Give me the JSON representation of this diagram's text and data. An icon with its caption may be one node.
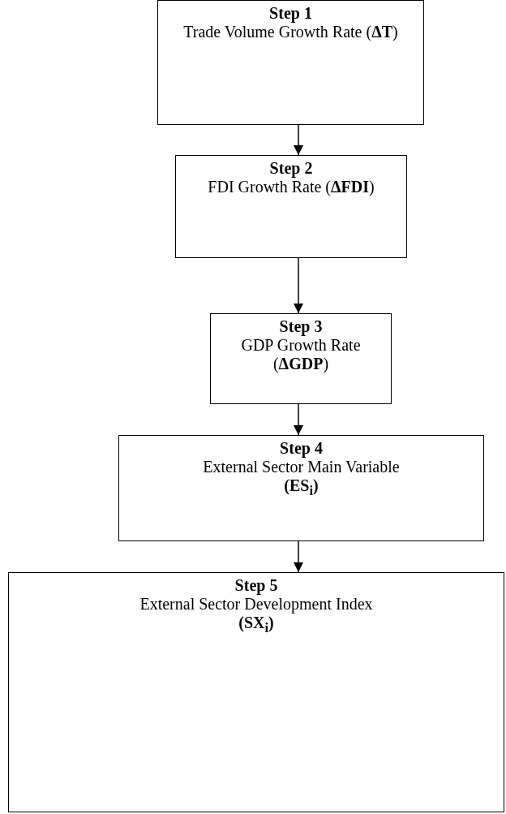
{
  "diagram": {
    "nodes": [
      {
        "text": [
          "Step 1",
          "Trade Volume Growth Rate (**ΔT**)"
        ]
      },
      {
        "text": [
          "Step 2",
          "FDI Growth Rate (**ΔFDI**)"
        ]
      },
      {
        "text": [
          "Step 3",
          "GDP Growth Rate (**ΔGDP**)"
        ]
      },
      {
        "text": [
          "Step 4",
          "External Sector Main Variable **(ES$_{i}$)**"
        ]
      },
      {
        "text": [
          "Step 5",
          "External Sector Development Index **(SX$_{i}$)**"
        ]
      }
    ],
    "edges": [
      {
        "from": 0,
        "to": 1,
        "arrow": "to"
      },
      {
        "from": 1,
        "to": 2,
        "arrow": "to"
      },
      {
        "from": 2,
        "to": 3,
        "arrow": "to"
      },
      {
        "from": 3,
        "to": 4,
        "arrow": "to"
      }
    ]
  }
}
